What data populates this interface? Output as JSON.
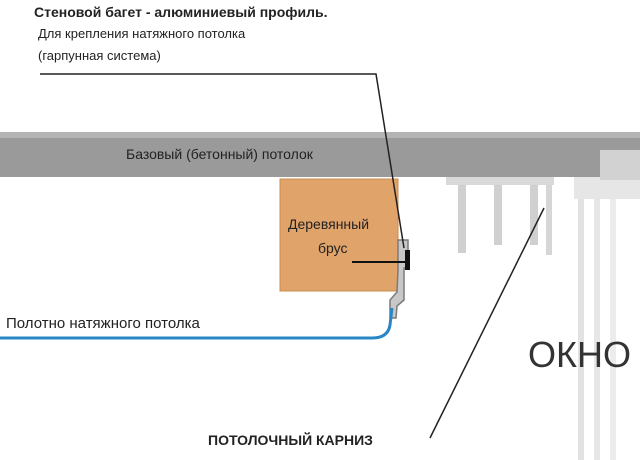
{
  "title": "Стеновой багет - алюминиевый профиль.",
  "subtitle_line1": "Для крепления натяжного потолка",
  "subtitle_line2": "(гарпунная система)",
  "labels": {
    "slab": "Базовый (бетонный) потолок",
    "beam_line1": "Деревянный",
    "beam_line2": "брус",
    "canvas": "Полотно натяжного потолка",
    "window": "ОКНО",
    "cornice": "ПОТОЛОЧНЫЙ КАРНИЗ"
  },
  "colors": {
    "slab": "#9a9a9a",
    "beam": "#e0a369",
    "canvas_line": "#2a87c6",
    "leader": "#222222"
  }
}
